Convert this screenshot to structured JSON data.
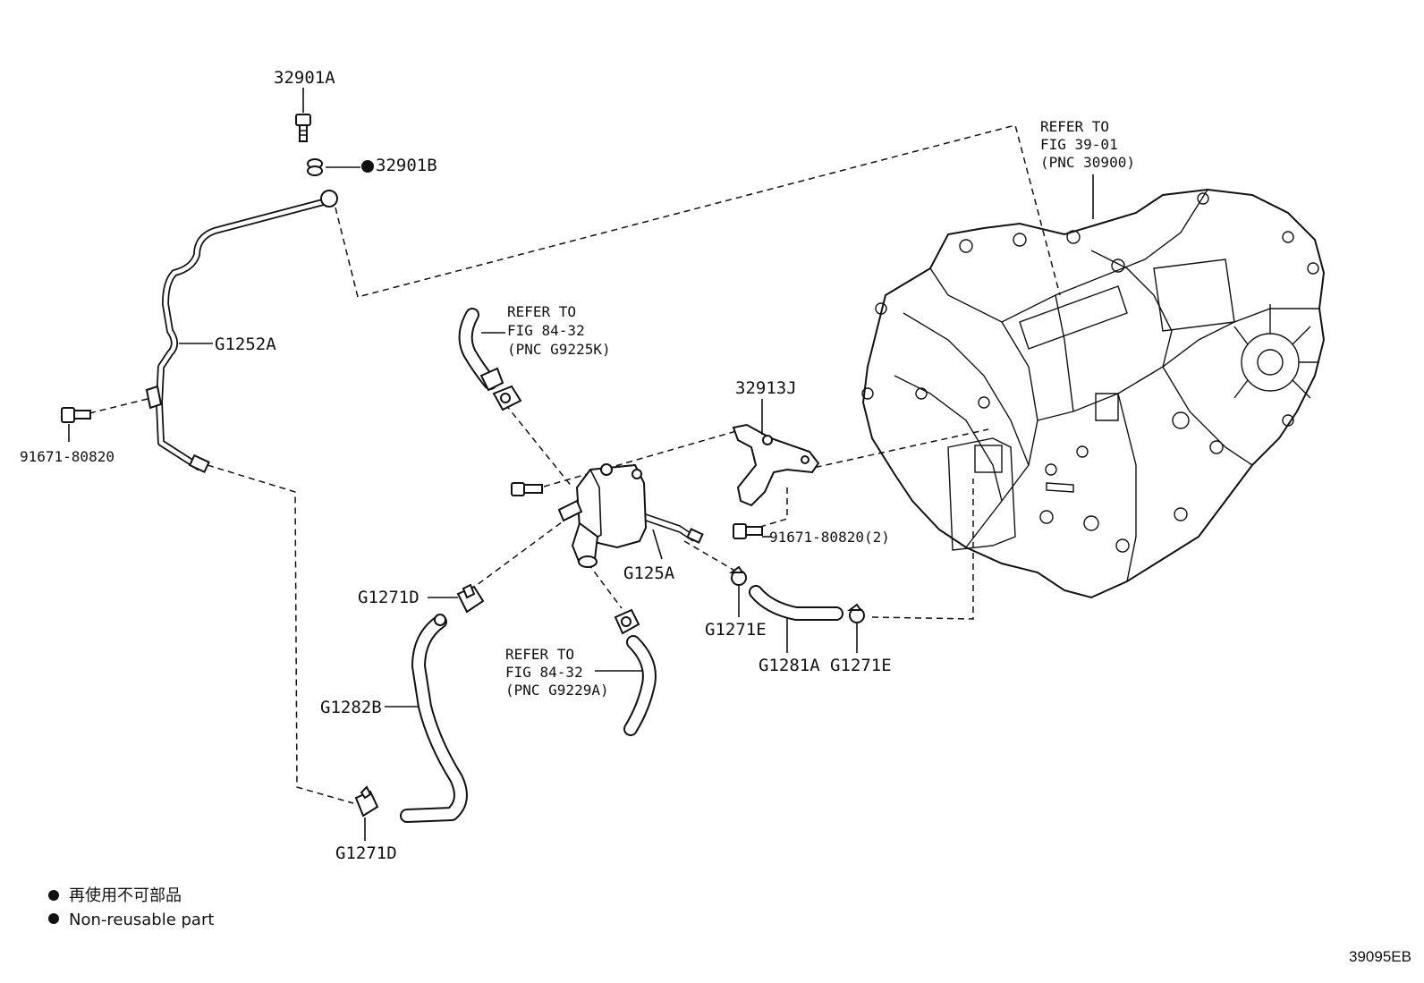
{
  "labels": {
    "p32901A": "32901A",
    "p32901B": "32901B",
    "g1252A": "G1252A",
    "bolt1": "91671-80820",
    "refer1_l1": "REFER TO",
    "refer1_l2": "FIG 39-01",
    "refer1_l3": "(PNC 30900)",
    "refer2_l1": "REFER TO",
    "refer2_l2": "FIG 84-32",
    "refer2_l3": "(PNC G9225K)",
    "p32913J": "32913J",
    "bolt2": "91671-80820(2)",
    "g125A": "G125A",
    "g1271D_a": "G1271D",
    "g1271E_a": "G1271E",
    "g1281A": "G1281A",
    "g1271E_b": "G1271E",
    "refer3_l1": "REFER TO",
    "refer3_l2": "FIG 84-32",
    "refer3_l3": "(PNC G9229A)",
    "g1282B": "G1282B",
    "g1271D_b": "G1271D"
  },
  "legend": {
    "line1": "再使用不可部品",
    "line2": "Non-reusable part"
  },
  "diagram_code": "39095EB"
}
